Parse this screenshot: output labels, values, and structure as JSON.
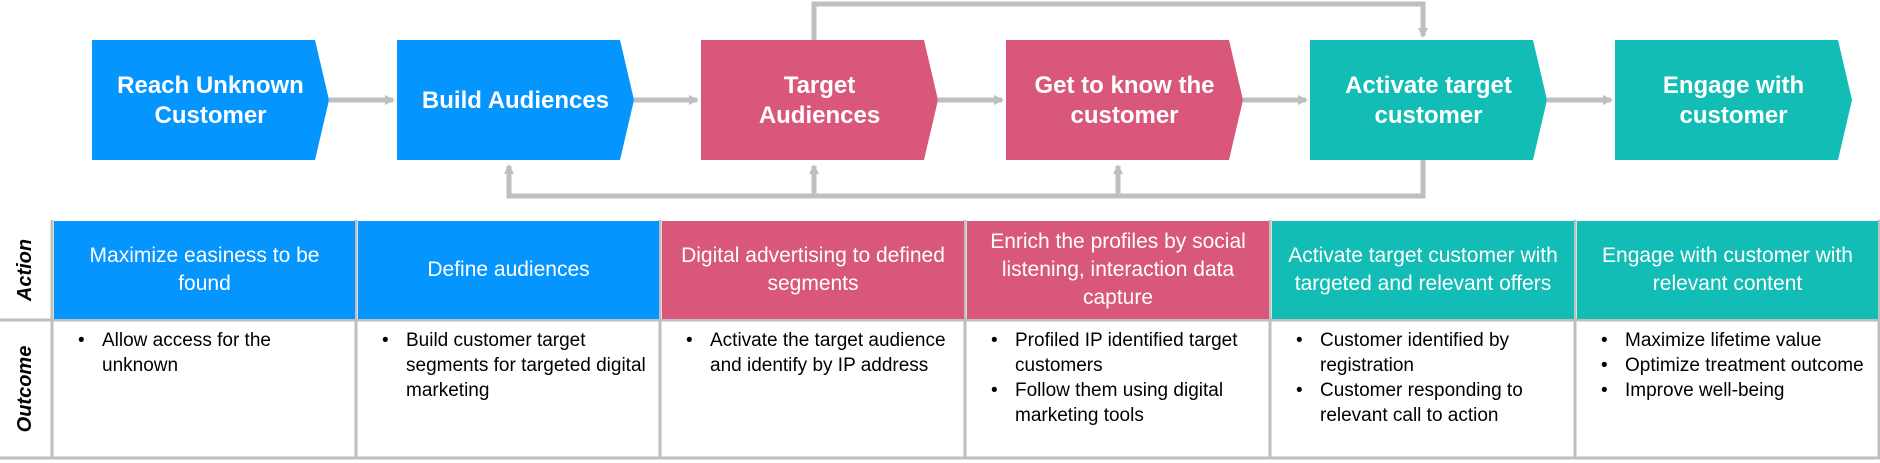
{
  "colors": {
    "blue": "#0595fe",
    "pink": "#d9587a",
    "teal": "#12bdb6",
    "connector": "#bfbfbf",
    "grid": "#bfbfbf"
  },
  "steps": [
    {
      "lines": [
        "Reach Unknown",
        "Customer"
      ],
      "color": "blue"
    },
    {
      "lines": [
        "Build Audiences"
      ],
      "color": "blue"
    },
    {
      "lines": [
        "Target",
        "Audiences"
      ],
      "color": "pink"
    },
    {
      "lines": [
        "Get to know the",
        "customer"
      ],
      "color": "pink"
    },
    {
      "lines": [
        "Activate target",
        "customer"
      ],
      "color": "teal"
    },
    {
      "lines": [
        "Engage with",
        "customer"
      ],
      "color": "teal"
    }
  ],
  "row_labels": {
    "action": "Action",
    "outcome": "Outcome"
  },
  "actions": [
    "Maximize easiness to be found",
    "Define audiences",
    "Digital advertising to defined segments",
    "Enrich the profiles by social listening,  interaction data capture",
    "Activate target customer with targeted and relevant offers",
    "Engage with customer with relevant content"
  ],
  "outcomes": [
    [
      "Allow access for the unknown"
    ],
    [
      "Build customer target segments for targeted digital marketing"
    ],
    [
      "Activate the target audience and identify by IP address"
    ],
    [
      "Profiled IP identified target customers",
      "Follow them using digital marketing tools"
    ],
    [
      "Customer identified by registration",
      "Customer responding to relevant call to action"
    ],
    [
      "Maximize lifetime value",
      "Optimize treatment outcome",
      "Improve well-being"
    ]
  ],
  "bullet": "•"
}
